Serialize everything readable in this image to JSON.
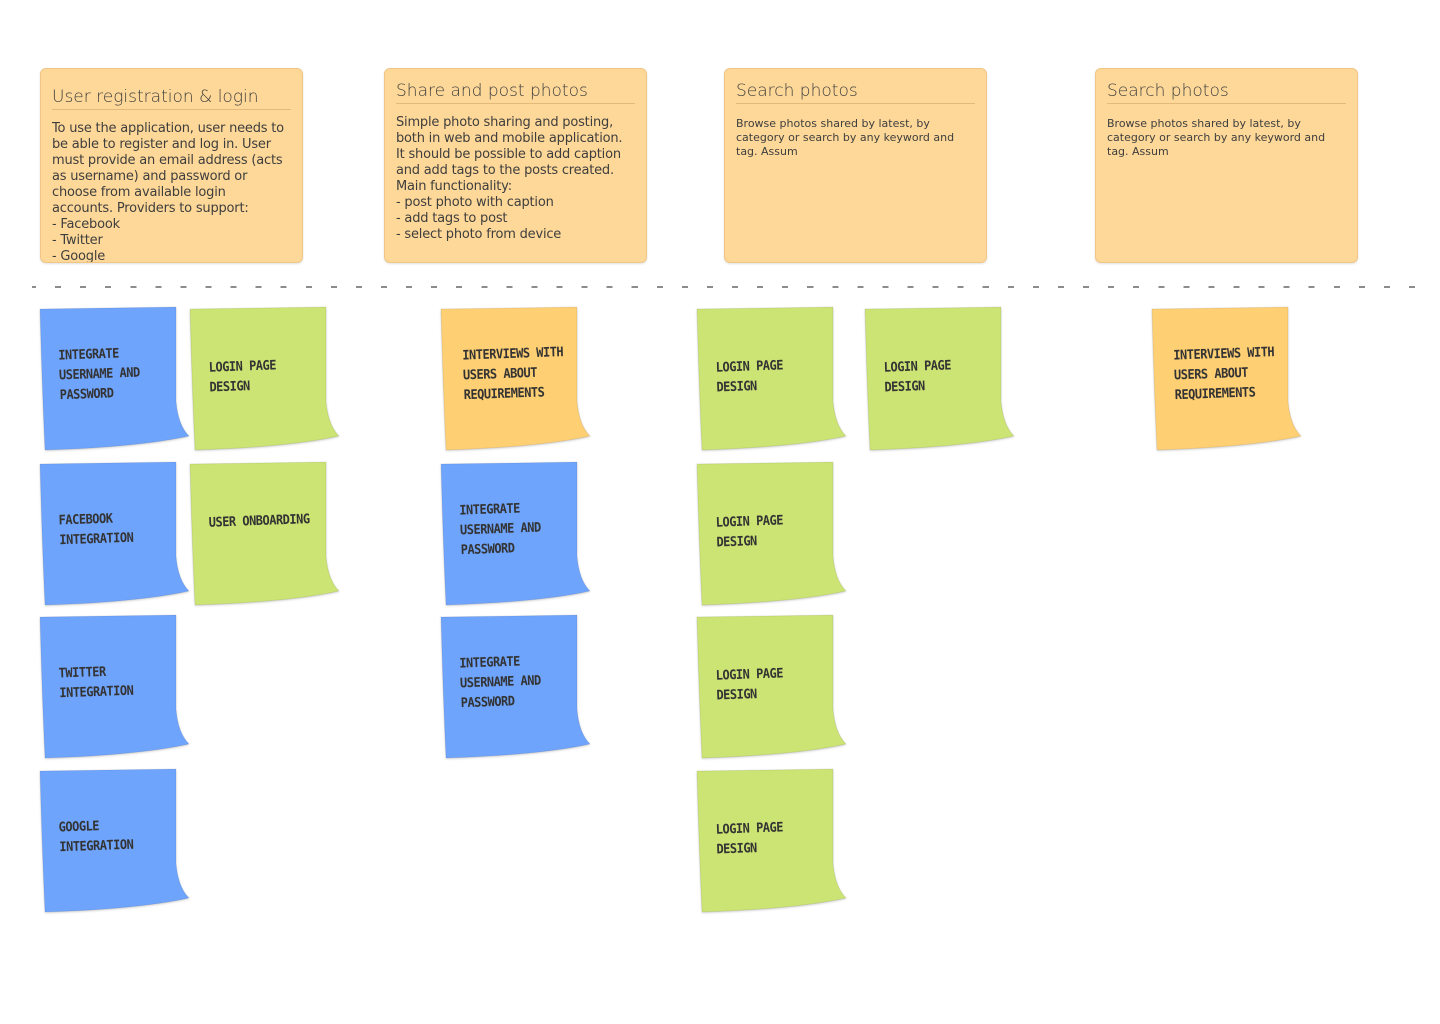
{
  "colors": {
    "epic": "#fed898",
    "blue": "#6fa4fc",
    "green": "#cbe473",
    "orange": "#fecf73"
  },
  "epics": [
    {
      "title": "User registration & login",
      "body": "To use the application, user needs to be able to register and log in. User must provide an email address (acts as username) and password or choose from available login accounts. Providers to support:\n - Facebook\n - Twitter\n - Google"
    },
    {
      "title": "Share and post photos",
      "body": "Simple photo sharing and posting, both in web and mobile application. It should be possible to add caption and add tags to the posts created.\nMain functionality:\n - post photo with caption\n - add tags to post\n - select photo from device"
    },
    {
      "title": "Search photos",
      "body": "Browse photos shared by latest, by category or search by any keyword and tag. Assum"
    },
    {
      "title": "Search photos",
      "body": "Browse photos shared by latest, by category or search by any keyword and tag. Assum"
    }
  ],
  "stickies": [
    {
      "text": "Integrate username and password",
      "color": "blue"
    },
    {
      "text": "Login page design",
      "color": "green"
    },
    {
      "text": "Facebook integration",
      "color": "blue"
    },
    {
      "text": "User onboarding",
      "color": "green"
    },
    {
      "text": "Twitter integration",
      "color": "blue"
    },
    {
      "text": "Google integration",
      "color": "blue"
    },
    {
      "text": "Interviews with users about requirements",
      "color": "orange"
    },
    {
      "text": "Integrate username and password",
      "color": "blue"
    },
    {
      "text": "Integrate username and password",
      "color": "blue"
    },
    {
      "text": "Login page design",
      "color": "green"
    },
    {
      "text": "Login page design",
      "color": "green"
    },
    {
      "text": "Login page design",
      "color": "green"
    },
    {
      "text": "Login page design",
      "color": "green"
    },
    {
      "text": "Login page design",
      "color": "green"
    },
    {
      "text": "Interviews with users about requirements",
      "color": "orange"
    }
  ]
}
